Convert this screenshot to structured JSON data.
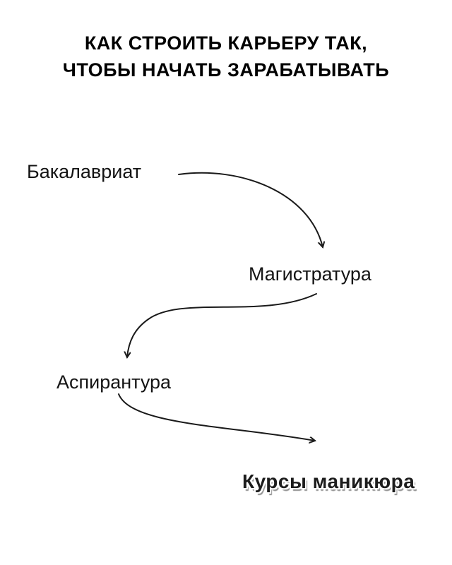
{
  "title": {
    "line1": "КАК СТРОИТЬ КАРЬЕРУ ТАК,",
    "line2": "ЧТОБЫ НАЧАТЬ ЗАРАБАТЫВАТЬ"
  },
  "nodes": {
    "bachelor": "Бакалавриат",
    "master": "Магистратура",
    "postgrad": "Аспирантура",
    "manicure": "Курсы маникюра"
  }
}
